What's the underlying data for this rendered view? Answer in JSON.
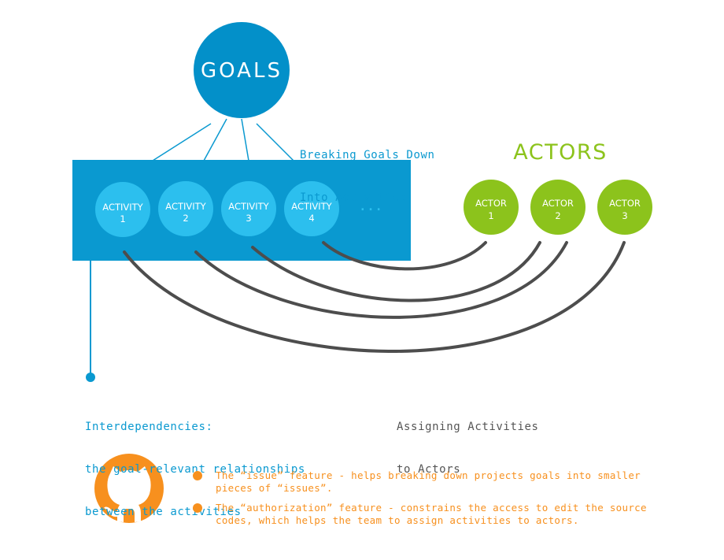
{
  "goals": {
    "label": "GOALS"
  },
  "activities": [
    {
      "line1": "ACTIVITY",
      "line2": "1"
    },
    {
      "line1": "ACTIVITY",
      "line2": "2"
    },
    {
      "line1": "ACTIVITY",
      "line2": "3"
    },
    {
      "line1": "ACTIVITY",
      "line2": "4"
    }
  ],
  "ellipsis": ". . .",
  "actors_title": "ACTORS",
  "actors": [
    {
      "line1": "ACTOR",
      "line2": "1"
    },
    {
      "line1": "ACTOR",
      "line2": "2"
    },
    {
      "line1": "ACTOR",
      "line2": "3"
    }
  ],
  "captions": {
    "breaking_line1": "Breaking Goals Down",
    "breaking_line2": "Into Activities",
    "interdep_line1": "Interdependencies:",
    "interdep_line2": "the goal-relevant relationships",
    "interdep_line3": "between the activities",
    "assigning_line1": "Assigning Activities",
    "assigning_line2": "to Actors"
  },
  "notes": [
    {
      "line1": "The “issue” feature - helps breaking down projects goals into smaller",
      "line2": "pieces of “issues”."
    },
    {
      "line1": "The “authorization” feature - constrains the access to edit the source",
      "line2": "codes, which helps the team to assign activities to actors."
    }
  ],
  "colors": {
    "blue": "#0a99d0",
    "dark_blue": "#0390c9",
    "activity_circle": "#2cbfee",
    "green": "#8cc31c",
    "gray_line": "#4d4d4d",
    "orange": "#f7901e",
    "caption_gray": "#555555"
  },
  "icons": {
    "github": "github-octocat-icon"
  }
}
